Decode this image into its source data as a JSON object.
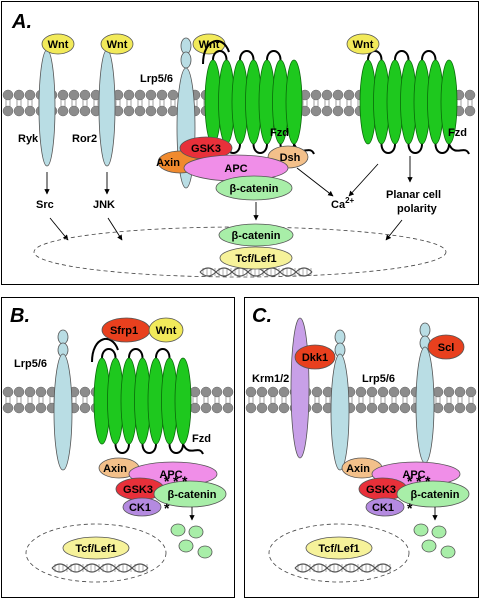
{
  "panels": {
    "a": {
      "letter": "A.",
      "wnt_ryk": "Wnt",
      "wnt_ror2": "Wnt",
      "wnt_lrp": "Wnt",
      "wnt_pcp": "Wnt",
      "ryk": "Ryk",
      "ror2": "Ror2",
      "lrp": "Lrp5/6",
      "fzd_canonical": "Fzd",
      "fzd_pcp": "Fzd",
      "gsk3": "GSK3",
      "axin": "Axin",
      "dsh": "Dsh",
      "apc": "APC",
      "bcat_cyto": "β-catenin",
      "bcat_nuc": "β-catenin",
      "tcf": "Tcf/Lef1",
      "src": "Src",
      "jnk": "JNK",
      "ca": "Ca",
      "ca_sup": "2+",
      "pcp_line1": "Planar cell",
      "pcp_line2": "polarity"
    },
    "b": {
      "letter": "B.",
      "sfrp1": "Sfrp1",
      "wnt": "Wnt",
      "lrp": "Lrp5/6",
      "fzd": "Fzd",
      "axin": "Axin",
      "apc": "APC",
      "gsk3": "GSK3",
      "bcat": "β-catenin",
      "ck1": "CK1",
      "tcf": "Tcf/Lef1"
    },
    "c": {
      "letter": "C.",
      "dkk1": "Dkk1",
      "scl": "Scl",
      "krm": "Krm1/2",
      "lrp": "Lrp5/6",
      "axin": "Axin",
      "apc": "APC",
      "gsk3": "GSK3",
      "bcat": "β-catenin",
      "ck1": "CK1",
      "tcf": "Tcf/Lef1"
    }
  },
  "colors": {
    "wnt": "#f2ea5a",
    "receptor": "#b9dde4",
    "fzd": "#1ec81e",
    "membrane": "#8c8c8c",
    "gsk3": "#e8303a",
    "axin": "#f08a2e",
    "dsh": "#f3c08a",
    "apc": "#f08ee8",
    "bcatenin": "#a8eea8",
    "tcf": "#f6f29a",
    "sfrp1": "#e8401e",
    "krm": "#c8a0e8",
    "ck1": "#b48ae0",
    "dkk1": "#e8401e",
    "scl": "#e8401e",
    "star": "#e01010"
  }
}
